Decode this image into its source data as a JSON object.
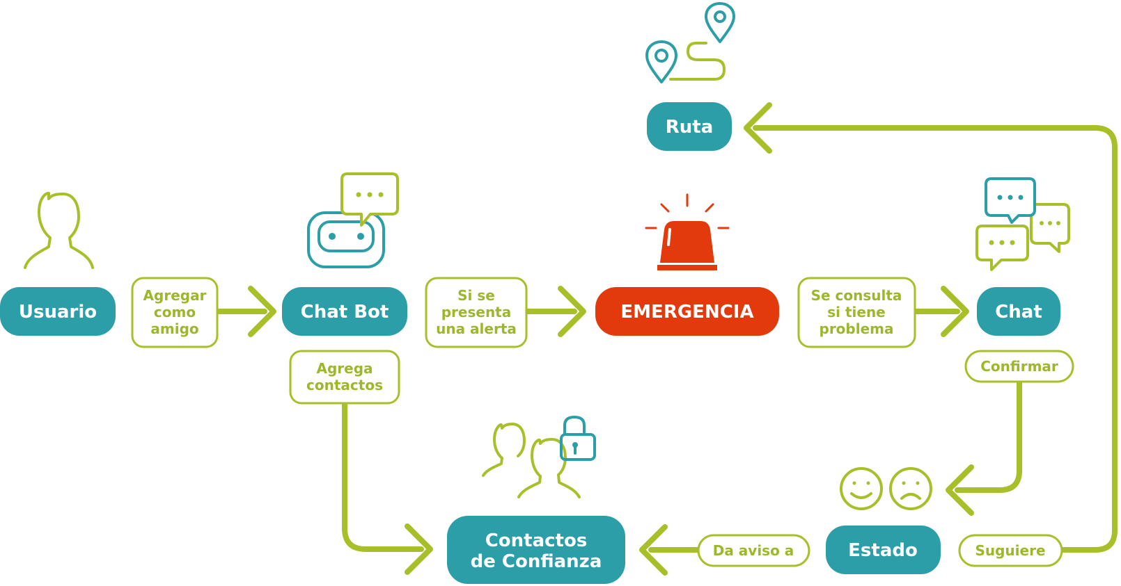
{
  "colors": {
    "teal": "#2c9ea8",
    "lime": "#a9bf2a",
    "red": "#e23a0c",
    "white": "#ffffff"
  },
  "nodes": {
    "usuario": "Usuario",
    "chatbot": "Chat Bot",
    "emergencia": "EMERGENCIA",
    "chat": "Chat",
    "ruta": "Ruta",
    "estado": "Estado",
    "contactos": [
      "Contactos",
      "de Confianza"
    ]
  },
  "labels": {
    "agregar": [
      "Agregar",
      "como",
      "amigo"
    ],
    "alerta": [
      "Si se",
      "presenta",
      "una alerta"
    ],
    "consulta": [
      "Se consulta",
      "si tiene",
      "problema"
    ],
    "agrega_contactos": [
      "Agrega",
      "contactos"
    ],
    "confirmar": "Confirmar",
    "da_aviso": "Da aviso a",
    "suguiere": "Suguiere"
  },
  "icons": {
    "usuario": "user-icon",
    "chatbot": "robot-chat-icon",
    "emergencia": "siren-icon",
    "chat": "chat-bubbles-icon",
    "ruta": "route-pins-icon",
    "estado": "smiley-faces-icon",
    "contactos": "people-lock-icon"
  }
}
